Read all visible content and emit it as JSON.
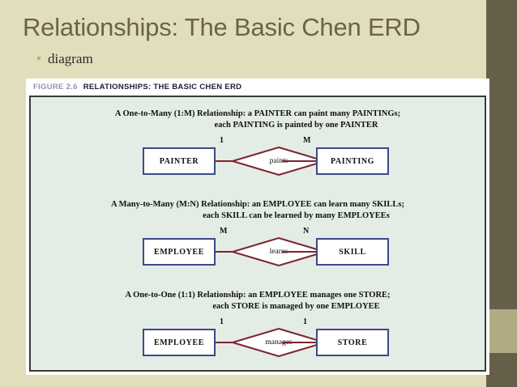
{
  "slide": {
    "title": "Relationships: The Basic Chen ERD",
    "bullets": [
      {
        "text": "diagram",
        "marker": "square-bullet"
      }
    ],
    "colors": {
      "background": "#e2debb",
      "title_text": "#6b6348",
      "side_bar": "#665f4a",
      "side_bar_accent": "#b0ab83"
    }
  },
  "figure": {
    "caption_label": "FIGURE 2.6",
    "caption_title": "RELATIONSHIPS: THE BASIC CHEN ERD",
    "caption_label_color": "#9b8fb5",
    "panel_background": "#e4ece6",
    "entity_border_color": "#3b4a84",
    "relationship_line_color": "#7c2430",
    "relationships": [
      {
        "caption_line1": "A One-to-Many (1:M) Relationship: a PAINTER can paint many PAINTINGs;",
        "caption_line2": "each PAINTING is painted by one PAINTER",
        "left_entity": "PAINTER",
        "right_entity": "PAINTING",
        "verb": "paints",
        "left_cardinality": "1",
        "right_cardinality": "M"
      },
      {
        "caption_line1": "A Many-to-Many (M:N) Relationship: an EMPLOYEE can learn many SKILLs;",
        "caption_line2": "each SKILL can be learned by many EMPLOYEEs",
        "left_entity": "EMPLOYEE",
        "right_entity": "SKILL",
        "verb": "learns",
        "left_cardinality": "M",
        "right_cardinality": "N"
      },
      {
        "caption_line1": "A One-to-One (1:1) Relationship: an EMPLOYEE manages one STORE;",
        "caption_line2": "each STORE is managed by one EMPLOYEE",
        "left_entity": "EMPLOYEE",
        "right_entity": "STORE",
        "verb": "manages",
        "left_cardinality": "1",
        "right_cardinality": "1"
      }
    ]
  }
}
